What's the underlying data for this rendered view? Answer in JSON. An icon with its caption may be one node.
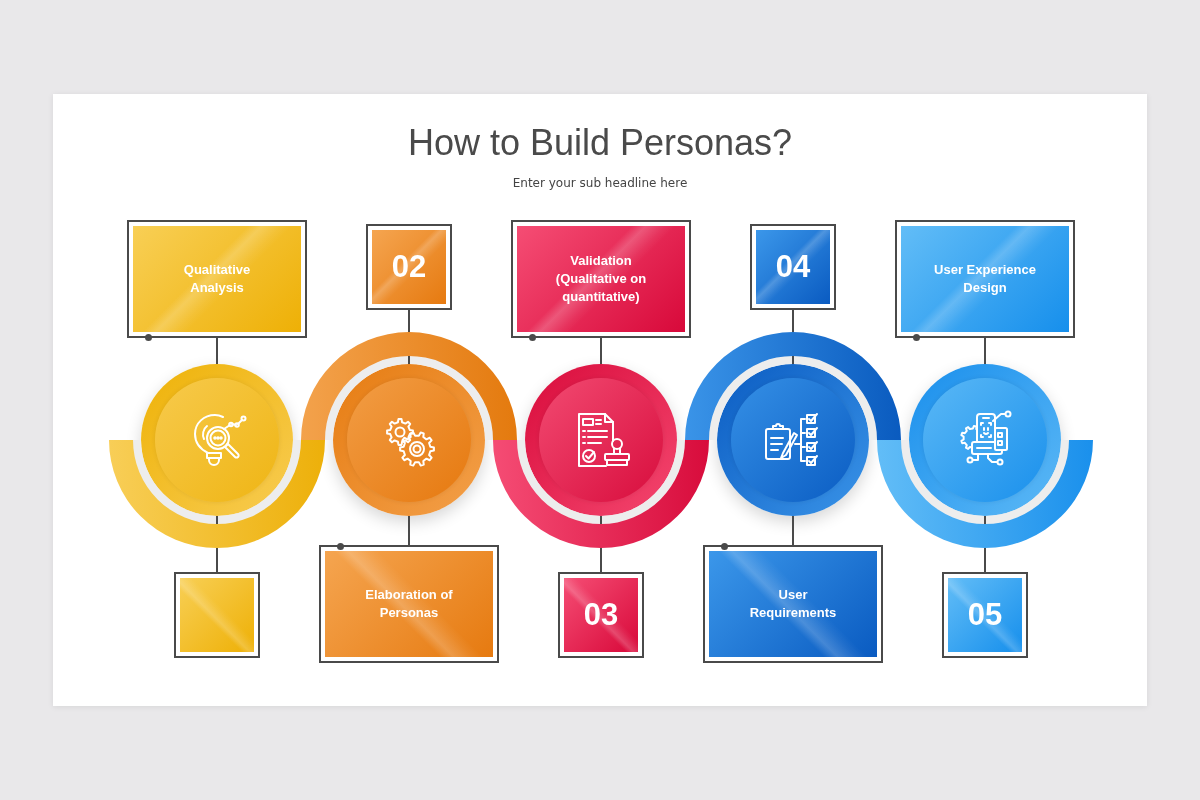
{
  "diagram": {
    "title": "How to Build Personas?",
    "nodes": [
      {
        "text": [
          "Qualitative Analysis"
        ]
      },
      {
        "text": [],
        "shape": "circle"
      },
      {
        "text": [],
        "shape": "box"
      },
      {
        "text": [
          "02"
        ]
      },
      {
        "text": [],
        "shape": "circle"
      },
      {
        "text": [
          "Elaboration of Personas"
        ]
      },
      {
        "text": [
          "Validation (Qualitative on quantitative)"
        ]
      },
      {
        "text": [],
        "shape": "circle"
      },
      {
        "text": [
          "03"
        ]
      },
      {
        "text": [
          "04"
        ]
      },
      {
        "text": [],
        "shape": "circle"
      },
      {
        "text": [
          "User Requirements"
        ]
      },
      {
        "text": [
          "User Experience Design"
        ]
      },
      {
        "text": [],
        "shape": "circle"
      },
      {
        "text": [
          "05"
        ]
      }
    ],
    "edges": [
      {
        "from": 0,
        "to": 1,
        "arrow": "none"
      },
      {
        "from": 1,
        "to": 2,
        "arrow": "none"
      },
      {
        "from": 3,
        "to": 4,
        "arrow": "none"
      },
      {
        "from": 4,
        "to": 5,
        "arrow": "none"
      },
      {
        "from": 6,
        "to": 7,
        "arrow": "none"
      },
      {
        "from": 7,
        "to": 8,
        "arrow": "none"
      },
      {
        "from": 9,
        "to": 10,
        "arrow": "none"
      },
      {
        "from": 10,
        "to": 11,
        "arrow": "none"
      },
      {
        "from": 12,
        "to": 13,
        "arrow": "none"
      },
      {
        "from": 13,
        "to": 14,
        "arrow": "none"
      }
    ],
    "labels": [
      "Enter your sub headline here"
    ]
  }
}
